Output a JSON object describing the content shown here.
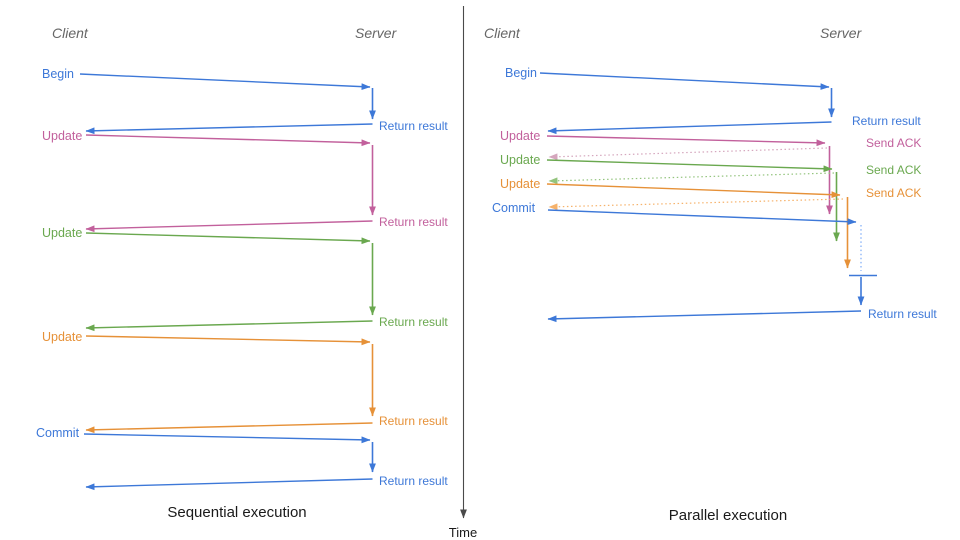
{
  "colors": {
    "blue": "#3d78d8",
    "pink": "#c2609c",
    "green": "#6aa84f",
    "orange": "#e69138",
    "bluelight": "#7baaf7",
    "pinklight": "#d5a6bd",
    "greenlight": "#93c47d",
    "orangelight": "#f6b26b",
    "gray": "#666666",
    "ink": "#1a1a1a"
  },
  "timeline": {
    "label": "Time"
  },
  "sequential": {
    "title": "Sequential execution",
    "client_label": "Client",
    "server_label": "Server",
    "steps": [
      {
        "request": "Begin",
        "response": "Return result",
        "color": "blue"
      },
      {
        "request": "Update",
        "response": "Return result",
        "color": "pink"
      },
      {
        "request": "Update",
        "response": "Return result",
        "color": "green"
      },
      {
        "request": "Update",
        "response": "Return result",
        "color": "orange"
      },
      {
        "request": "Commit",
        "response": "Return result",
        "color": "blue"
      }
    ]
  },
  "parallel": {
    "title": "Parallel execution",
    "client_label": "Client",
    "server_label": "Server",
    "steps": [
      {
        "request": "Begin",
        "response": "Return result",
        "color": "blue"
      },
      {
        "request": "Update",
        "response": "Send ACK",
        "color": "pink"
      },
      {
        "request": "Update",
        "response": "Send ACK",
        "color": "green"
      },
      {
        "request": "Update",
        "response": "Send ACK",
        "color": "orange"
      },
      {
        "request": "Commit",
        "response": "Return result",
        "color": "blue"
      }
    ]
  }
}
